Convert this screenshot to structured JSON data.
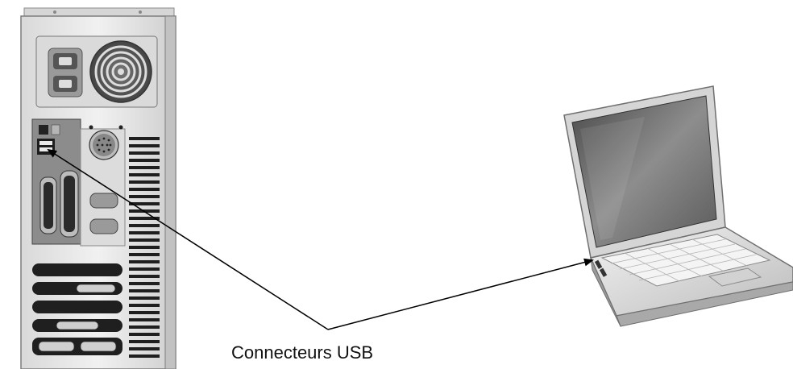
{
  "caption": "Connecteurs USB",
  "elements": {
    "desktop": "desktop-computer-tower-rear",
    "laptop": "laptop-computer",
    "arrow_to_desktop": "usb-port-on-desktop",
    "arrow_to_laptop": "usb-port-on-laptop"
  },
  "colors": {
    "line": "#000000",
    "metal_light": "#e6e6e6",
    "metal_mid": "#c8c8c8",
    "metal_dark": "#7a7a7a",
    "port_dark": "#1e1e1e"
  }
}
